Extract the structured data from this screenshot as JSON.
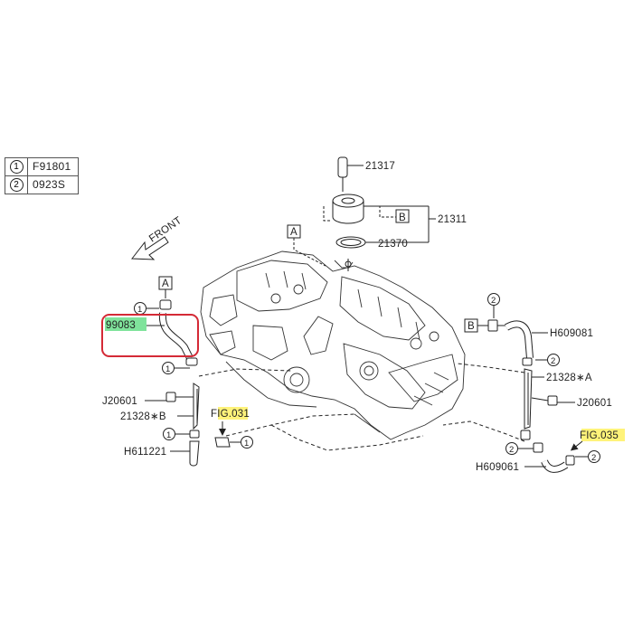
{
  "legend": [
    {
      "num": "1",
      "code": "F91801"
    },
    {
      "num": "2",
      "code": "0923S"
    }
  ],
  "direction_label": "FRONT",
  "callouts": {
    "a": "A",
    "b": "B",
    "one": "1",
    "two": "2"
  },
  "parts": {
    "p21317": "21317",
    "p21311": "21311",
    "p21370": "21370",
    "p99083": "99083",
    "p_h609081": "H609081",
    "p_21328a": "21328∗A",
    "p_j20601_right": "J20601",
    "p_j20601_left": "J20601",
    "p_21328b": "21328∗B",
    "p_h611221": "H611221",
    "p_h609061": "H609061",
    "fig031": "FIG.031",
    "fig035": "FIG.035"
  },
  "colors": {
    "highlight_box": "#d42a36",
    "fig_highlight": "#fff37a",
    "part_highlight": "#7fe39b",
    "line": "#222222"
  }
}
